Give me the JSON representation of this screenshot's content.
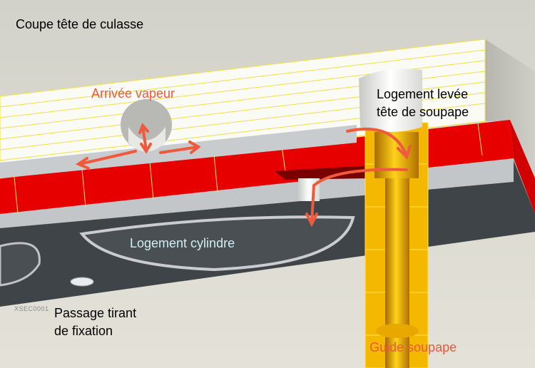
{
  "title": "Coupe tête de culasse",
  "labels": {
    "steam_inlet": "Arrivée vapeur",
    "valve_lift_housing_line1": "Logement levée",
    "valve_lift_housing_line2": "tête de soupape",
    "cylinder_housing": "Logement cylindre",
    "tie_rod_passage_line1": "Passage tirant",
    "tie_rod_passage_line2": "de fixation",
    "valve_guide": "Guide soupape"
  },
  "section_tag": "XSEC0001",
  "colors": {
    "arrow": "#f05a3c",
    "section_red": "#e60000",
    "section_gold": "#f5b800",
    "base": "#3f4448"
  }
}
